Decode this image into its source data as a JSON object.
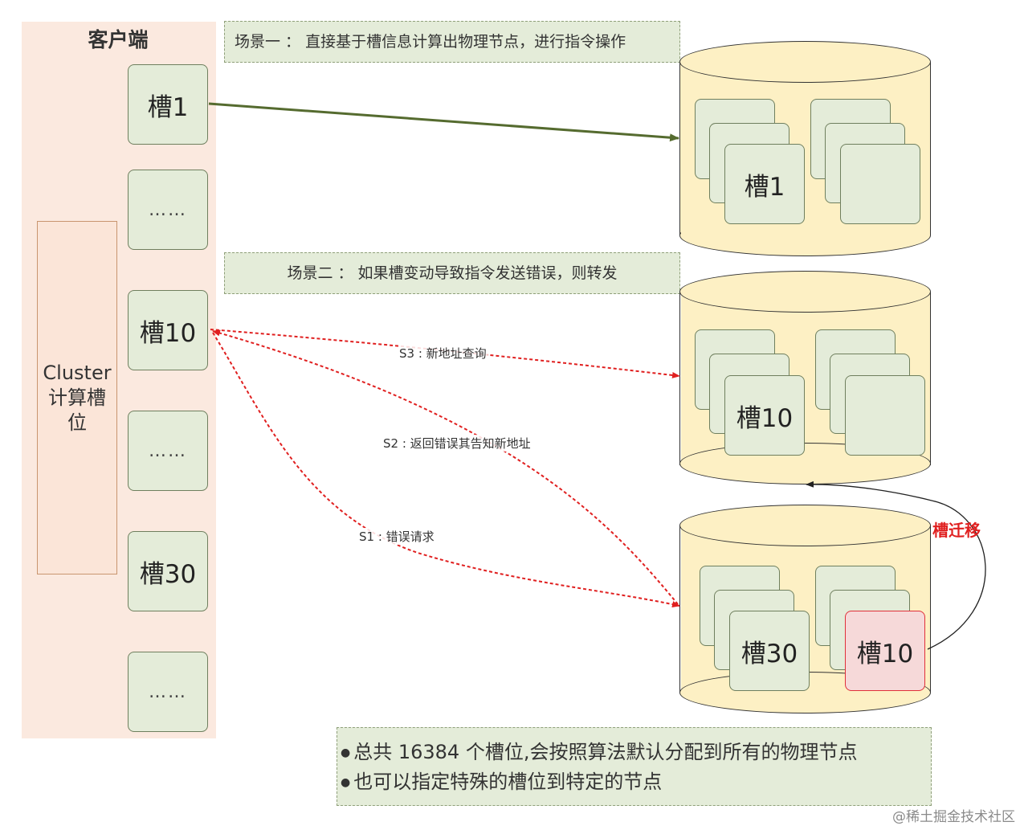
{
  "client": {
    "title": "客户端",
    "cluster_label": "Cluster计算槽位",
    "slots": [
      "槽1",
      "……",
      "槽10",
      "……",
      "槽30",
      "……"
    ]
  },
  "scenarios": {
    "one": "场景一 ： 直接基于槽信息计算出物理节点，进行指令操作",
    "two": "场景二 ： 如果槽变动导致指令发送错误，则转发"
  },
  "nodes": {
    "node1_front": "槽1",
    "node2_front": "槽10",
    "node3_left_front": "槽30",
    "node3_right_front": "槽10"
  },
  "edges": {
    "s3": "S3 : 新地址查询",
    "s2": "S2 : 返回错误其告知新地址",
    "s1": "S1 : 错误请求",
    "migration": "槽迁移"
  },
  "notes": [
    "总共 16384 个槽位,会按照算法默认分配到所有的物理节点",
    "也可以指定特殊的槽位到特定的节点"
  ],
  "watermark": "@稀土掘金技术社区",
  "colors": {
    "client_panel": "#fbe9df",
    "card_fill": "#e4ecd9",
    "db_fill": "#fdf0c4",
    "arrow_green": "#556b2f",
    "arrow_red": "#e02020"
  }
}
